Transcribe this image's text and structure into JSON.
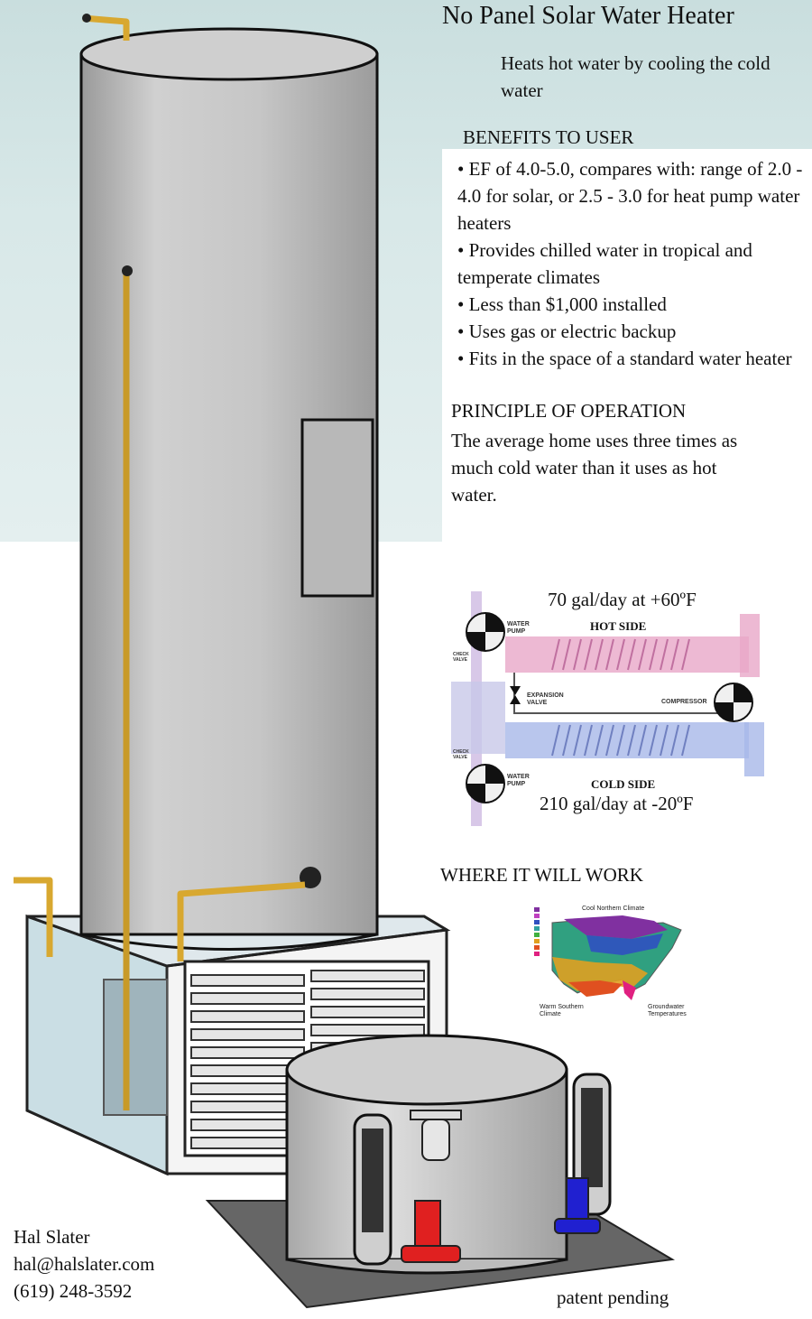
{
  "header": {
    "title": "No Panel Solar Water Heater",
    "subtitle": "Heats hot water by cooling the cold water"
  },
  "benefits": {
    "heading": "BENEFITS TO USER",
    "items": [
      "• EF of 4.0-5.0, compares with: range of 2.0 - 4.0 for solar, or 2.5 - 3.0  for heat pump water heaters",
      "• Provides chilled water in tropical and temperate climates",
      "• Less than $1,000 installed",
      "• Uses gas or electric backup",
      "• Fits in the space of a standard water heater"
    ]
  },
  "principle": {
    "heading": "PRINCIPLE OF OPERATION",
    "text": "The average home uses three times as much cold water than it uses as hot water."
  },
  "schematic": {
    "hot_rate": "70 gal/day at +60ºF",
    "cold_rate": "210 gal/day at -20ºF",
    "hot_side": "HOT SIDE",
    "cold_side": "COLD SIDE",
    "water_pump_top": "WATER PUMP",
    "water_pump_bottom": "WATER PUMP",
    "expansion_valve": "EXPANSION VALVE",
    "compressor": "COMPRESSOR",
    "check_valve_top": "CHECK VALVE",
    "check_valve_bottom": "CHECK VALVE",
    "colors": {
      "hot": "#e8a8c8",
      "cold": "#a8b8e8"
    }
  },
  "where": {
    "heading": "WHERE IT WILL WORK",
    "map_labels": {
      "north": "Cool Northern Climate",
      "south": "Warm Southern Climate",
      "groundwater": "Groundwater Temperatures"
    }
  },
  "footer": {
    "contact_name": "Hal Slater",
    "contact_email": "hal@halslater.com",
    "contact_phone": "(619) 248-3592",
    "patent": "patent pending"
  },
  "colors": {
    "tank": "#c8c8c8",
    "pipe": "#d8a830",
    "pump_red": "#e02020",
    "pump_blue": "#2020d0",
    "glass": "#c8dde4"
  }
}
